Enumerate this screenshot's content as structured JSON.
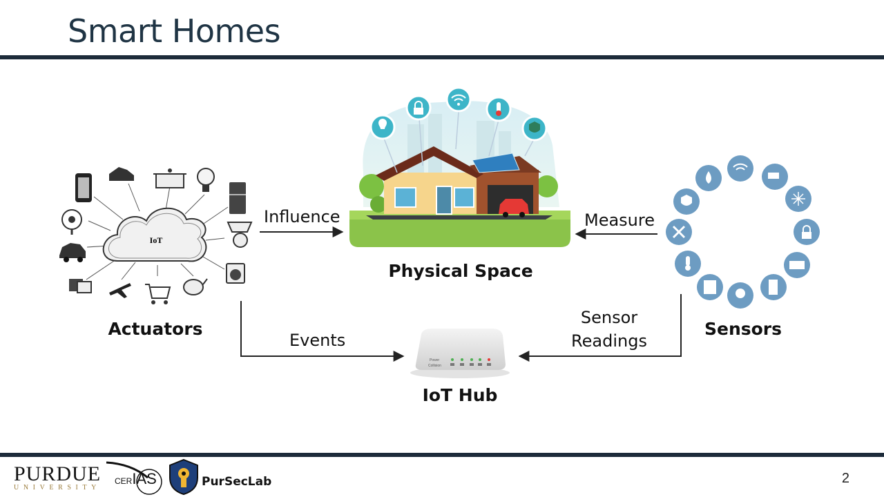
{
  "slide": {
    "title": "Smart Homes",
    "page_number": "2"
  },
  "nodes": {
    "actuators": "Actuators",
    "physical_space": "Physical Space",
    "sensors": "Sensors",
    "iot_hub": "IoT Hub",
    "cloud_label": "IoT"
  },
  "edges": {
    "influence": "Influence",
    "measure": "Measure",
    "events": "Events",
    "sensor_readings_line1": "Sensor",
    "sensor_readings_line2": "Readings"
  },
  "hub_labels": {
    "power": "Power",
    "collision": "Collision"
  },
  "footer": {
    "purdue": "PURDUE",
    "university": "UNIVERSITY",
    "cerias_prefix": "CER",
    "cerias_suffix": "IAS",
    "pursec": "PurSecLab"
  },
  "colors": {
    "title": "#1f3444",
    "rule": "#1d2b3a",
    "sensor_icon": "#6d9cc2",
    "grass": "#8bc34a"
  }
}
